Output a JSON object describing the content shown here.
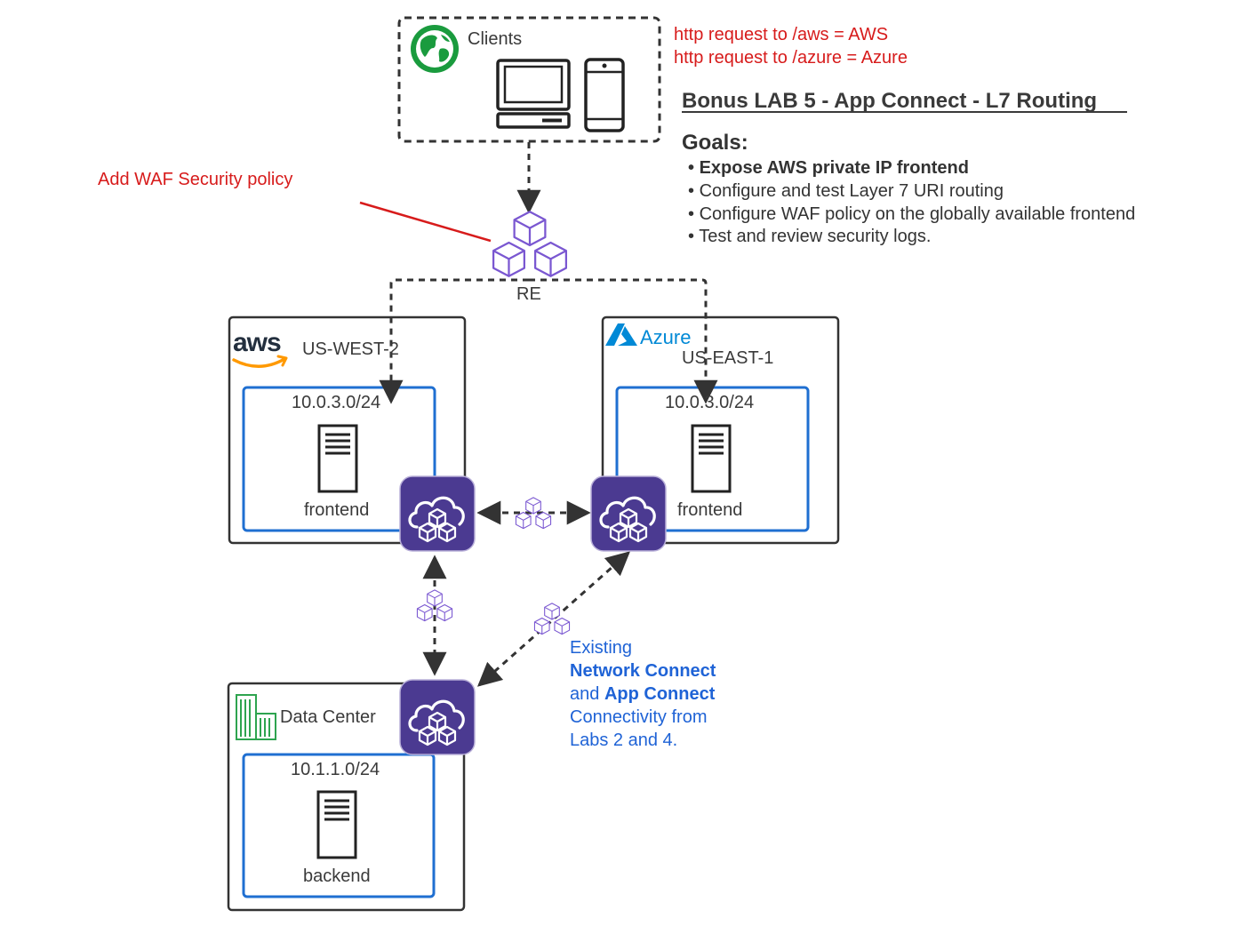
{
  "clients": {
    "label": "Clients"
  },
  "routing_notes": [
    "http request to /aws = AWS",
    "http request to /azure = Azure"
  ],
  "title": "Bonus LAB 5 - App Connect - L7 Routing",
  "goals": {
    "heading": "Goals:",
    "items": [
      "Expose AWS private IP frontend",
      "Configure and test Layer 7 URI routing",
      "Configure WAF policy on the globally available frontend",
      "Test and review security logs."
    ]
  },
  "waf_note": "Add WAF Security policy",
  "re": {
    "label": "RE"
  },
  "aws": {
    "logo": "aws",
    "region": "US-WEST-2",
    "subnet": "10.0.3.0/24",
    "server": "frontend"
  },
  "azure": {
    "logo": "Azure",
    "region": "US-EAST-1",
    "subnet": "10.0.3.0/24",
    "server": "frontend"
  },
  "datacenter": {
    "label": "Data Center",
    "subnet": "10.1.1.0/24",
    "server": "backend"
  },
  "existing_note": {
    "line1": "Existing",
    "line2": "Network Connect",
    "line3_pre": "and ",
    "line3_bold": "App Connect",
    "line4": "Connectivity from",
    "line5": "Labs 2 and 4."
  },
  "colors": {
    "red": "#d71b1b",
    "blue_note": "#1f63d6",
    "subnet_border": "#1f6fd1",
    "ce_purple": "#4b3a91",
    "cube_purple": "#7a57d1",
    "globe_green": "#1a9b3e",
    "datacenter_green": "#2ea44f",
    "aws_orange": "#ff9900",
    "azure_blue": "#0089d6"
  },
  "icons": [
    "globe-icon",
    "desktop-icon",
    "phone-icon",
    "re-cubes-icon",
    "server-icon",
    "customer-edge-icon",
    "mesh-link-icon",
    "datacenter-icon"
  ]
}
